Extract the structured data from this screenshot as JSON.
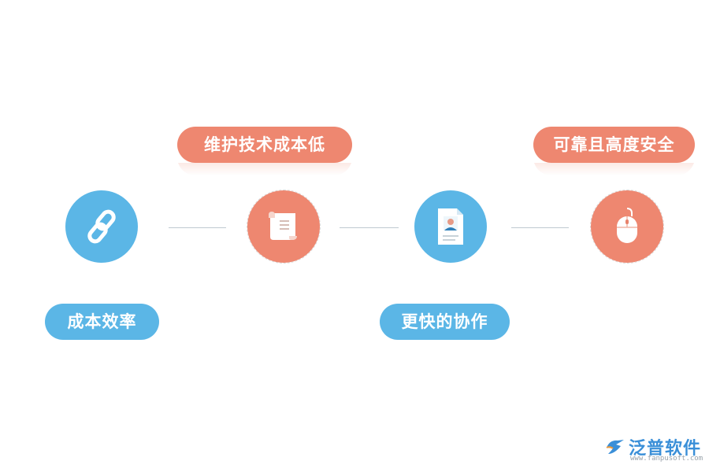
{
  "labels": {
    "maintenance": "维护技术成本低",
    "security": "可靠且高度安全",
    "efficiency": "成本效率",
    "collaboration": "更快的协作"
  },
  "icons": [
    "link-icon",
    "scroll-icon",
    "document-profile-icon",
    "mouse-icon"
  ],
  "colors": {
    "orange": "#ee8770",
    "blue": "#5bb6e6",
    "connector": "#bfc9d1"
  },
  "logo": {
    "name": "泛普软件",
    "url": "www.fanpusoft.com"
  }
}
